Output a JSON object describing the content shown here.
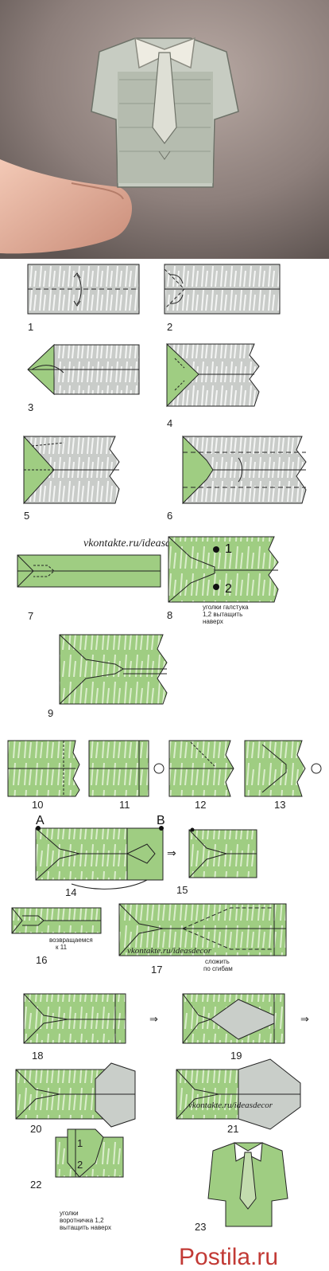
{
  "watermark": "vkontakte.ru/ideasdecor",
  "logo": {
    "text": "Postila.ru",
    "color": "#c23a35"
  },
  "colors": {
    "bill_gray": "#cfd3cf",
    "bill_green": "#9fcd82",
    "line": "#222222"
  },
  "steps": [
    "1",
    "2",
    "3",
    "4",
    "5",
    "6",
    "7",
    "8",
    "9",
    "10",
    "11",
    "12",
    "13",
    "14",
    "15",
    "16",
    "17",
    "18",
    "19",
    "20",
    "21",
    "22",
    "23"
  ],
  "points": {
    "p1": "1",
    "p2": "2",
    "A": "A",
    "B": "B"
  },
  "captions": {
    "step8_a": "уголки галстука",
    "step8_b": "1,2 вытащить",
    "step8_c": "наверх",
    "step16_a": "возвращаемся",
    "step16_b": "к 11",
    "step17_a": "сложить",
    "step17_b": "по сгибам",
    "step22_a": "уголки",
    "step22_b": "воротничка 1,2",
    "step22_c": "вытащить наверх"
  }
}
